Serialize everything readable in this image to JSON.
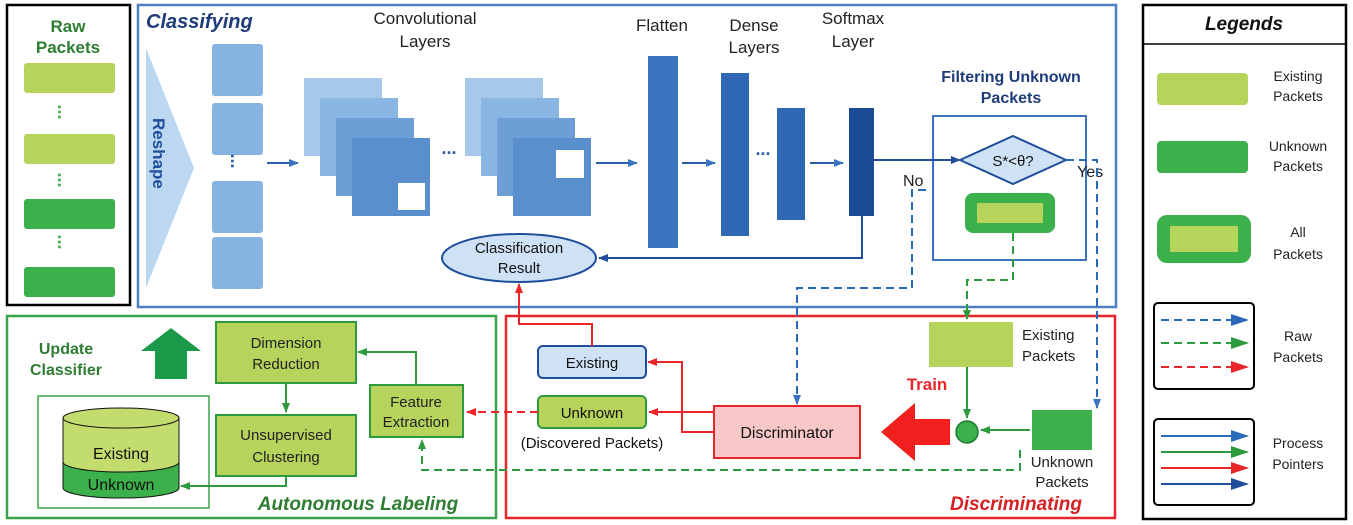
{
  "raw_packets": {
    "title_line1": "Raw",
    "title_line2": "Packets"
  },
  "classifying": {
    "title": "Classifying",
    "reshape": "Reshape",
    "conv_line1": "Convolutional",
    "conv_line2": "Layers",
    "flatten": "Flatten",
    "dense_line1": "Dense",
    "dense_line2": "Layers",
    "softmax_line1": "Softmax",
    "softmax_line2": "Layer",
    "filter_line1": "Filtering Unknown",
    "filter_line2": "Packets",
    "decision": "S*<θ?",
    "no": "No",
    "yes": "Yes",
    "result_line1": "Classification",
    "result_line2": "Result",
    "ellipsis": "..."
  },
  "labeling": {
    "title": "Autonomous Labeling",
    "update_line1": "Update",
    "update_line2": "Classifier",
    "dimred_line1": "Dimension",
    "dimred_line2": "Reduction",
    "cluster_line1": "Unsupervised",
    "cluster_line2": "Clustering",
    "feature_line1": "Feature",
    "feature_line2": "Extraction",
    "db_top": "Existing",
    "db_bottom": "Unknown"
  },
  "discriminating": {
    "title": "Discriminating",
    "existing_box": "Existing",
    "unknown_box": "Unknown",
    "discovered": "(Discovered Packets)",
    "discriminator": "Discriminator",
    "train": "Train",
    "existing_packets_line1": "Existing",
    "existing_packets_line2": "Packets",
    "unknown_packets_line1": "Unknown",
    "unknown_packets_line2": "Packets"
  },
  "legends": {
    "title": "Legends",
    "existing_line1": "Existing",
    "existing_line2": "Packets",
    "unknown_line1": "Unknown",
    "unknown_line2": "Packets",
    "all_line1": "All",
    "all_line2": "Packets",
    "raw_line1": "Raw",
    "raw_line2": "Packets",
    "process_line1": "Process",
    "process_line2": "Pointers"
  },
  "colors": {
    "existing_packet": "#b6d35c",
    "unknown_packet": "#3cb04a",
    "classify_border": "#4a7fc1",
    "labeling_border": "#3aa34a",
    "discriminating_border": "#e8262a",
    "dark_blue": "#1f4e9c"
  }
}
